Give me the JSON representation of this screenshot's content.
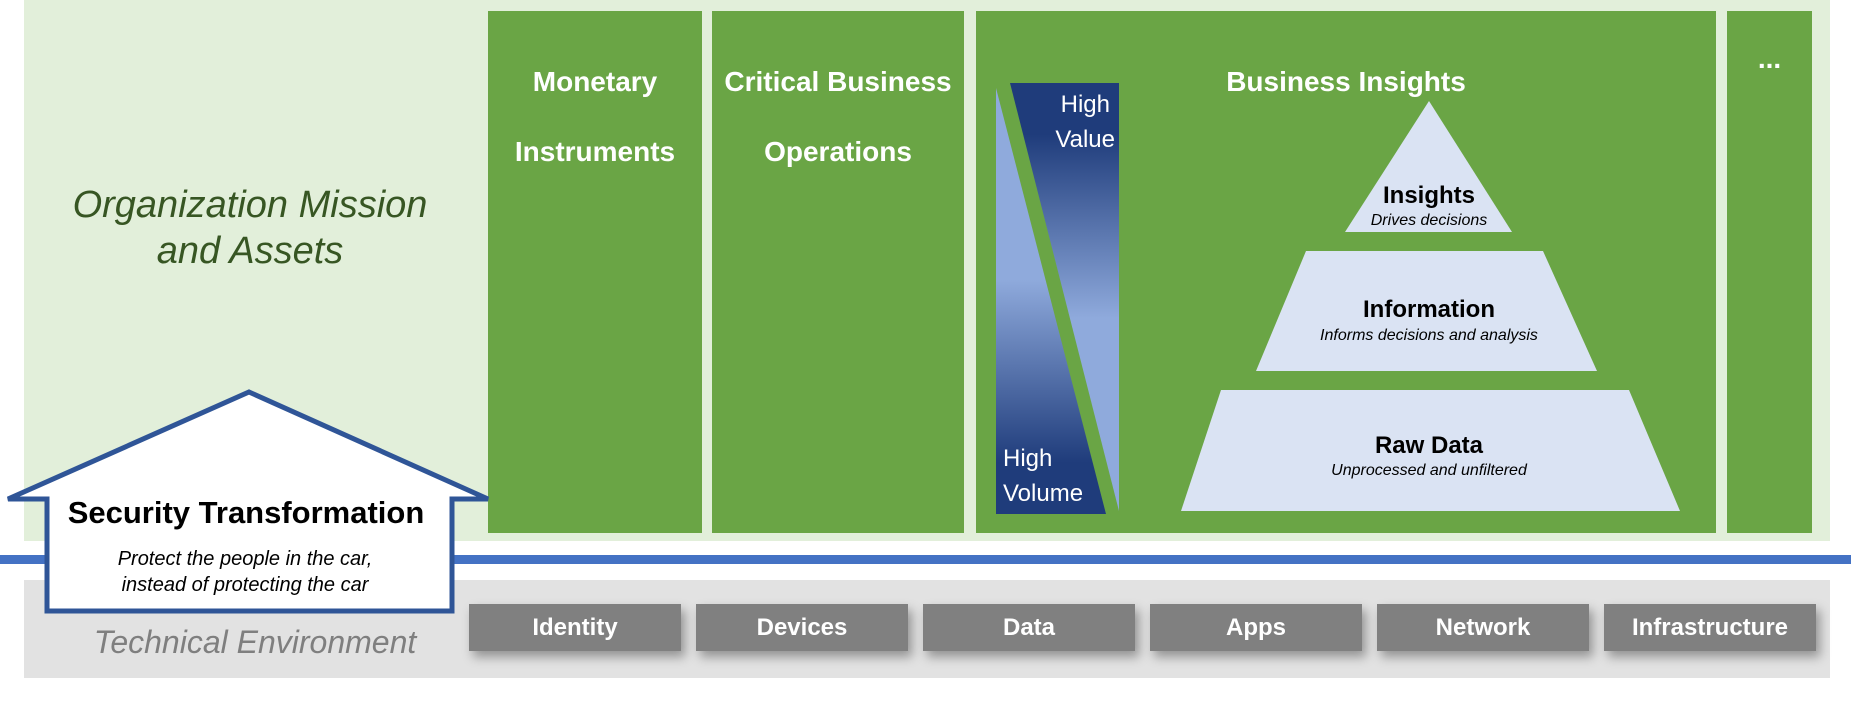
{
  "mission": {
    "title_line1": "Organization Mission",
    "title_line2": "and Assets"
  },
  "columns": [
    {
      "line1": "Monetary",
      "line2": "Instruments"
    },
    {
      "line1": "Critical Business",
      "line2": "Operations"
    },
    {
      "line1": "Business Insights",
      "line2": ""
    },
    {
      "line1": "...",
      "line2": ""
    }
  ],
  "value_volume": {
    "high_value_1": "High",
    "high_value_2": "Value",
    "high_volume_1": "High",
    "high_volume_2": "Volume"
  },
  "pyramid": {
    "insights": {
      "title": "Insights",
      "sub": "Drives decisions"
    },
    "information": {
      "title": "Information",
      "sub": "Informs decisions and analysis"
    },
    "raw": {
      "title": "Raw Data",
      "sub": "Unprocessed and unfiltered"
    }
  },
  "security": {
    "title": "Security Transformation",
    "sub_line1": "Protect the people in the car,",
    "sub_line2": "instead of protecting the car"
  },
  "technical": {
    "title": "Technical Environment",
    "items": [
      "Identity",
      "Devices",
      "Data",
      "Apps",
      "Network",
      "Infrastructure"
    ]
  },
  "colors": {
    "mission_bg": "#e2efda",
    "column_green": "#6aa545",
    "mission_text": "#375623",
    "dark_blue": "#1f3c7b",
    "light_blue": "#8faadc",
    "pyramid_fill": "#dae3f3",
    "divider_blue": "#4472c4",
    "tech_gray": "#808080"
  }
}
